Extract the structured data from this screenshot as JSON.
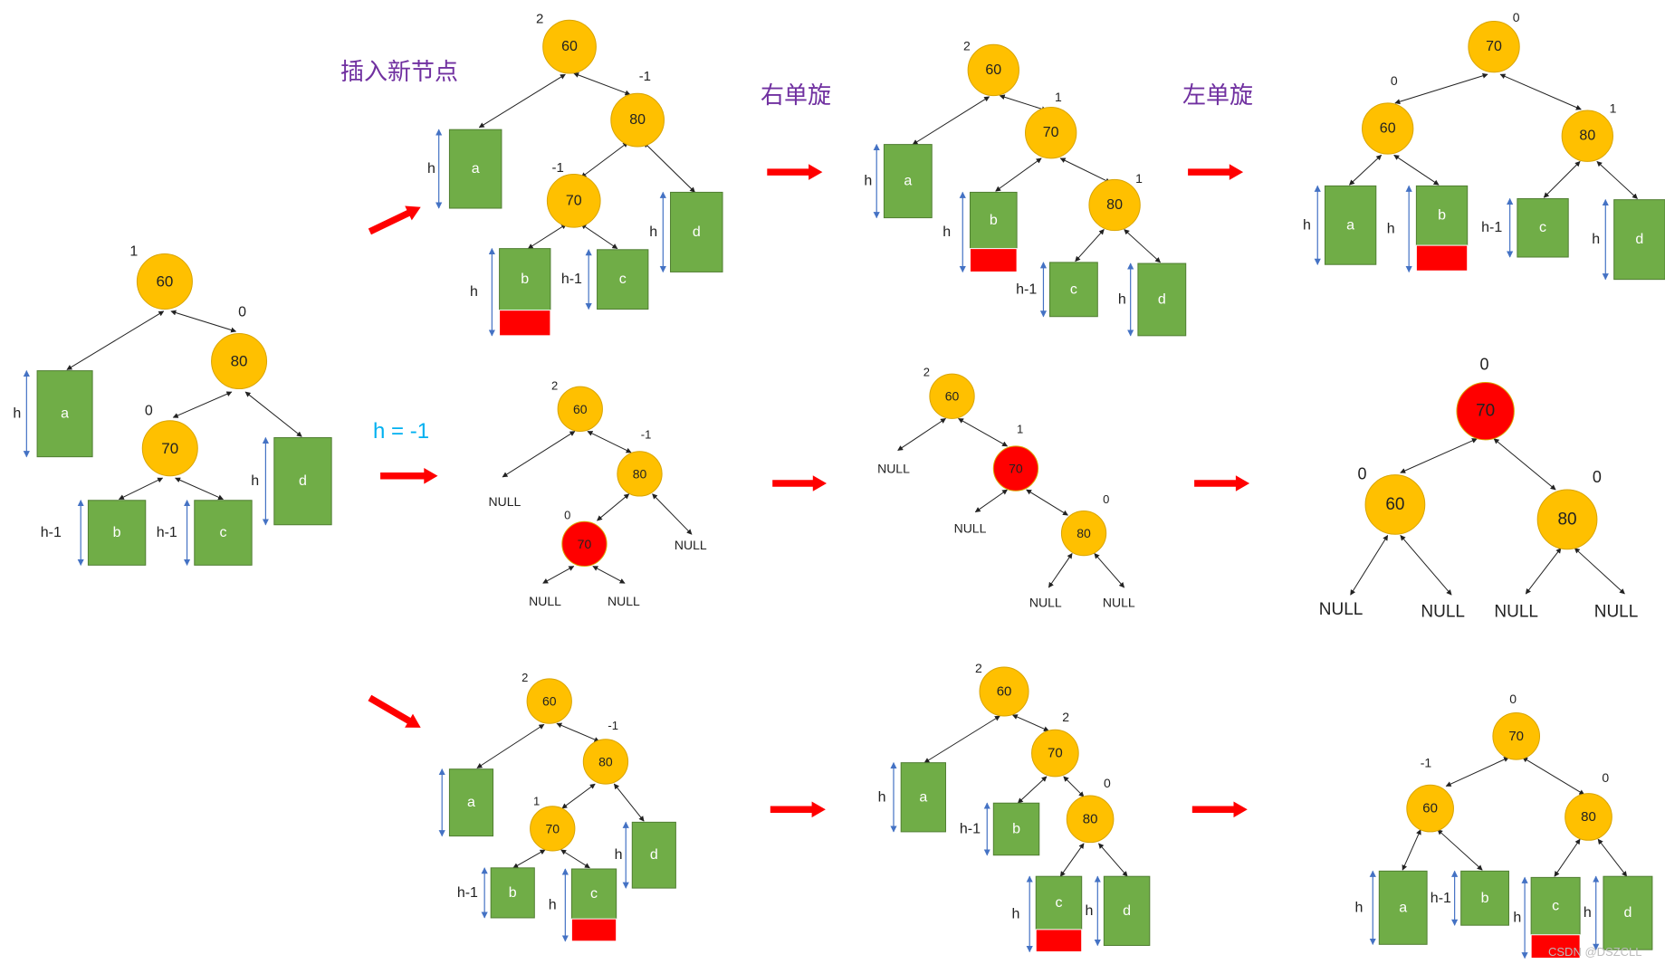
{
  "colors": {
    "node": "#FFC000",
    "node_stroke": "#D9A400",
    "inserted": "#FF0000",
    "box": "#70AD47",
    "box_stroke": "#507E32",
    "box_text": "#FFFFFF",
    "arrow": "#FF0000",
    "dim": "#4472C4",
    "edge": "#222222",
    "title": "#7030A0",
    "cond": "#00B0F0"
  },
  "titles": {
    "insert": "插入新节点",
    "rotate_right": "右单旋",
    "rotate_left": "左单旋",
    "cond": "h = -1"
  },
  "null_label": "NULL",
  "watermark": "CSDN @DSZCLL",
  "trees": [
    {
      "id": "initial",
      "nodes": [
        {
          "id": "n60",
          "label": "60",
          "bf": "1"
        },
        {
          "id": "n80",
          "label": "80",
          "bf": "0"
        },
        {
          "id": "n70",
          "label": "70",
          "bf": "0"
        }
      ],
      "boxes": [
        {
          "id": "a",
          "label": "a",
          "dim": "h"
        },
        {
          "id": "b",
          "label": "b",
          "dim": "h-1"
        },
        {
          "id": "c",
          "label": "c",
          "dim": "h-1"
        },
        {
          "id": "d",
          "label": "d",
          "dim": "h"
        }
      ]
    },
    {
      "id": "r1_insert",
      "nodes": [
        {
          "id": "n60",
          "label": "60",
          "bf": "2"
        },
        {
          "id": "n80",
          "label": "80",
          "bf": "-1"
        },
        {
          "id": "n70",
          "label": "70",
          "bf": "-1"
        }
      ],
      "boxes": [
        {
          "id": "a",
          "label": "a",
          "dim": "h"
        },
        {
          "id": "b",
          "label": "b",
          "dim": "h"
        },
        {
          "id": "c",
          "label": "c",
          "dim": "h-1"
        },
        {
          "id": "d",
          "label": "d",
          "dim": "h"
        }
      ]
    },
    {
      "id": "r1_right",
      "nodes": [
        {
          "id": "n60",
          "label": "60",
          "bf": "2"
        },
        {
          "id": "n70",
          "label": "70",
          "bf": "1"
        },
        {
          "id": "n80",
          "label": "80",
          "bf": "1"
        }
      ],
      "boxes": [
        {
          "id": "a",
          "label": "a",
          "dim": "h"
        },
        {
          "id": "b",
          "label": "b",
          "dim": "h"
        },
        {
          "id": "c",
          "label": "c",
          "dim": "h-1"
        },
        {
          "id": "d",
          "label": "d",
          "dim": "h"
        }
      ]
    },
    {
      "id": "r1_left",
      "nodes": [
        {
          "id": "n70",
          "label": "70",
          "bf": "0"
        },
        {
          "id": "n60",
          "label": "60",
          "bf": "0"
        },
        {
          "id": "n80",
          "label": "80",
          "bf": "1"
        }
      ],
      "boxes": [
        {
          "id": "a",
          "label": "a",
          "dim": "h"
        },
        {
          "id": "b",
          "label": "b",
          "dim": "h"
        },
        {
          "id": "c",
          "label": "c",
          "dim": "h-1"
        },
        {
          "id": "d",
          "label": "d",
          "dim": "h"
        }
      ]
    },
    {
      "id": "r2_insert",
      "nodes": [
        {
          "id": "n60",
          "label": "60",
          "bf": "2"
        },
        {
          "id": "n80",
          "label": "80",
          "bf": "-1"
        },
        {
          "id": "n70",
          "label": "70",
          "bf": "0"
        }
      ]
    },
    {
      "id": "r2_right",
      "nodes": [
        {
          "id": "n60",
          "label": "60",
          "bf": "2"
        },
        {
          "id": "n70",
          "label": "70",
          "bf": "1"
        },
        {
          "id": "n80",
          "label": "80",
          "bf": "0"
        }
      ]
    },
    {
      "id": "r2_left",
      "nodes": [
        {
          "id": "n70",
          "label": "70",
          "bf": "0"
        },
        {
          "id": "n60",
          "label": "60",
          "bf": "0"
        },
        {
          "id": "n80",
          "label": "80",
          "bf": "0"
        }
      ]
    },
    {
      "id": "r3_insert",
      "nodes": [
        {
          "id": "n60",
          "label": "60",
          "bf": "2"
        },
        {
          "id": "n80",
          "label": "80",
          "bf": "-1"
        },
        {
          "id": "n70",
          "label": "70",
          "bf": "1"
        }
      ],
      "boxes": [
        {
          "id": "a",
          "label": "a",
          "dim": ""
        },
        {
          "id": "b",
          "label": "b",
          "dim": "h-1"
        },
        {
          "id": "c",
          "label": "c",
          "dim": "h"
        },
        {
          "id": "d",
          "label": "d",
          "dim": "h"
        }
      ]
    },
    {
      "id": "r3_right",
      "nodes": [
        {
          "id": "n60",
          "label": "60",
          "bf": "2"
        },
        {
          "id": "n70",
          "label": "70",
          "bf": "2"
        },
        {
          "id": "n80",
          "label": "80",
          "bf": "0"
        }
      ],
      "boxes": [
        {
          "id": "a",
          "label": "a",
          "dim": "h"
        },
        {
          "id": "b",
          "label": "b",
          "dim": "h-1"
        },
        {
          "id": "c",
          "label": "c",
          "dim": "h"
        },
        {
          "id": "d",
          "label": "d",
          "dim": "h"
        }
      ]
    },
    {
      "id": "r3_left",
      "nodes": [
        {
          "id": "n70",
          "label": "70",
          "bf": "0"
        },
        {
          "id": "n60",
          "label": "60",
          "bf": "-1"
        },
        {
          "id": "n80",
          "label": "80",
          "bf": "0"
        }
      ],
      "boxes": [
        {
          "id": "a",
          "label": "a",
          "dim": "h"
        },
        {
          "id": "b",
          "label": "b",
          "dim": "h-1"
        },
        {
          "id": "c",
          "label": "c",
          "dim": "h"
        },
        {
          "id": "d",
          "label": "d",
          "dim": "h"
        }
      ]
    }
  ]
}
